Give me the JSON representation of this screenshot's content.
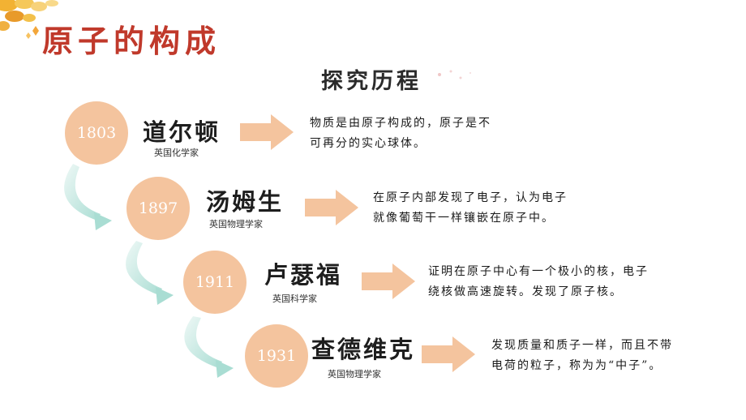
{
  "title": "原子的构成",
  "subtitle": "探究历程",
  "colors": {
    "circle": "#f4c49e",
    "arrow": "#f4c49e",
    "title": "#c0392b",
    "curve": "#b9e3dc"
  },
  "items": [
    {
      "year": "1803",
      "name": "道尔顿",
      "role": "英国化学家",
      "desc_lines": [
        "物质是由原子构成的，原子是不",
        "可再分的实心球体。"
      ]
    },
    {
      "year": "1897",
      "name": "汤姆生",
      "role": "英国物理学家",
      "desc_lines": [
        "在原子内部发现了电子，认为电子",
        "就像葡萄干一样镶嵌在原子中。"
      ]
    },
    {
      "year": "1911",
      "name": "卢瑟福",
      "role": "英国科学家",
      "desc_lines": [
        "证明在原子中心有一个极小的核，电子",
        "绕核做高速旋转。发现了原子核。"
      ]
    },
    {
      "year": "1931",
      "name": "查德维克",
      "role": "英国物理学家",
      "desc_lines": [
        "发现质量和质子一样，而且不带",
        "电荷的粒子，称为为“中子”。"
      ]
    }
  ]
}
